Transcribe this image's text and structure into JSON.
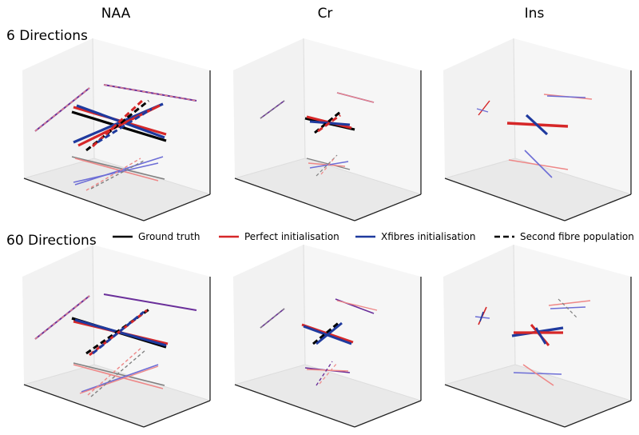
{
  "column_titles": [
    "NAA",
    "Cr",
    "Ins"
  ],
  "row_labels": [
    "6 Directions",
    "60 Directions"
  ],
  "legend": [
    {
      "label": "Ground truth",
      "color": "#000000",
      "dash": false
    },
    {
      "label": "Perfect initialisation",
      "color": "#d62728",
      "dash": false
    },
    {
      "label": "Xfibres initialisation",
      "color": "#1f3a9e",
      "dash": false
    },
    {
      "label": "Second fibre population",
      "color": "#000000",
      "dash": true
    }
  ],
  "colors": {
    "ground_truth": "#000000",
    "perfect": "#d62728",
    "xfibres": "#1f3a9e",
    "purple": "#6a2f9a",
    "pane_wall": "#f2f2f2",
    "pane_floor": "#e9e9e9",
    "axis": "#222222",
    "projection_grey": "#808080",
    "projection_pink": "#ee8888",
    "projection_blue": "#6d6ed6"
  },
  "chart_data": [
    {
      "type": "3d-line",
      "row": "6 Directions",
      "column": "NAA",
      "series": [
        "Ground truth",
        "Perfect initialisation",
        "Xfibres initialisation",
        "Second fibre population"
      ]
    },
    {
      "type": "3d-line",
      "row": "6 Directions",
      "column": "Cr",
      "series": [
        "Ground truth",
        "Perfect initialisation",
        "Xfibres initialisation",
        "Second fibre population"
      ]
    },
    {
      "type": "3d-line",
      "row": "6 Directions",
      "column": "Ins",
      "series": [
        "Perfect initialisation",
        "Xfibres initialisation"
      ]
    },
    {
      "type": "3d-line",
      "row": "60 Directions",
      "column": "NAA",
      "series": [
        "Ground truth",
        "Perfect initialisation",
        "Xfibres initialisation",
        "Second fibre population"
      ]
    },
    {
      "type": "3d-line",
      "row": "60 Directions",
      "column": "Cr",
      "series": [
        "Ground truth",
        "Perfect initialisation",
        "Xfibres initialisation",
        "Second fibre population"
      ]
    },
    {
      "type": "3d-line",
      "row": "60 Directions",
      "column": "Ins",
      "series": [
        "Ground truth",
        "Perfect initialisation",
        "Xfibres initialisation",
        "Second fibre population"
      ]
    }
  ]
}
